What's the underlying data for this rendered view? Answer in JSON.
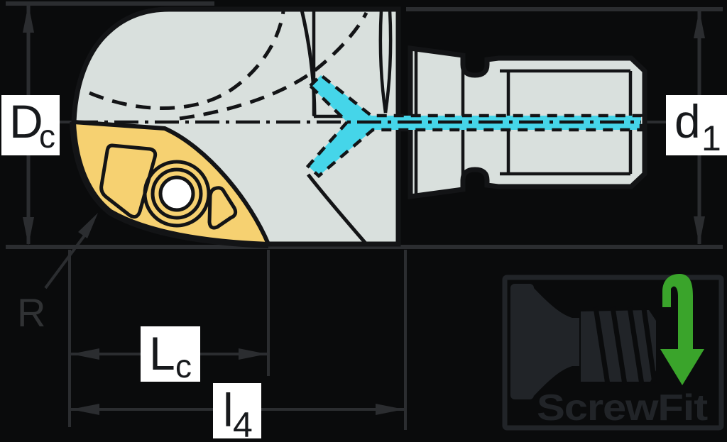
{
  "diagram": {
    "title": "Milling cutter side view with ScrewFit thread adaption",
    "labels": {
      "dc": {
        "main": "D",
        "sub": "c"
      },
      "d1": {
        "main": "d",
        "sub": "1"
      },
      "lc": {
        "main": "L",
        "sub": "c"
      },
      "l4": {
        "main": "l",
        "sub": "4"
      },
      "r": "R"
    },
    "logo": {
      "brand": "ScrewFit"
    },
    "colors": {
      "background": "#0a0b0c",
      "outline_black": "#131416",
      "tool_body": "#d9e0dd",
      "insert_yellow": "#f6d171",
      "coolant_cyan": "#45d5e9",
      "dimension_gray": "#2b2d30",
      "label_box": "#ffffff",
      "label_text": "#17191c",
      "logo_gray": "#212428",
      "arrow_green": "#3aa42b",
      "hole_white": "#ffffff"
    }
  }
}
